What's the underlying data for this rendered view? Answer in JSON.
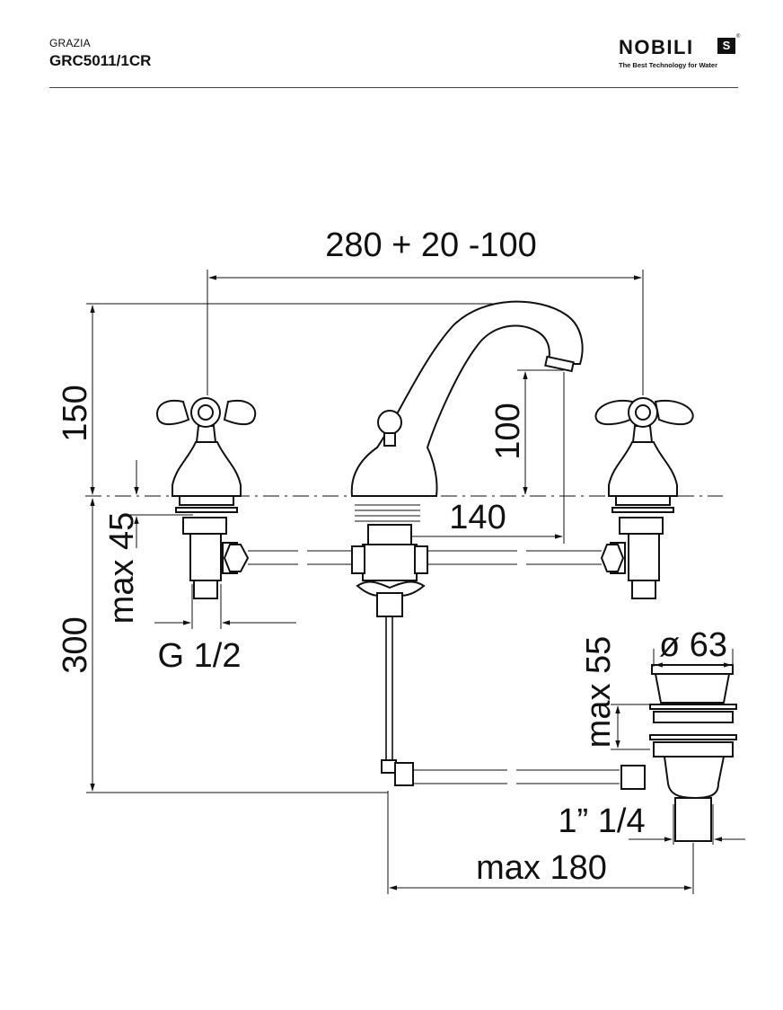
{
  "header": {
    "series": "GRAZIA",
    "code": "GRC5011/1CR"
  },
  "logo": {
    "name": "NOBILI",
    "box_letter": "S",
    "registered": "®",
    "tagline": "The Best Technology for Water"
  },
  "dimensions": {
    "width_span": "280 + 20 -100",
    "height_total": "150",
    "spout_height": "100",
    "spout_reach": "140",
    "under_deck": "max 45",
    "thread": "G 1/2",
    "below_deck": "300",
    "waste_height": "max 55",
    "waste_diameter": "ø 63",
    "waste_thread": "1” 1/4",
    "rod_length": "max 180"
  },
  "colors": {
    "line": "#111111",
    "background": "#ffffff"
  }
}
